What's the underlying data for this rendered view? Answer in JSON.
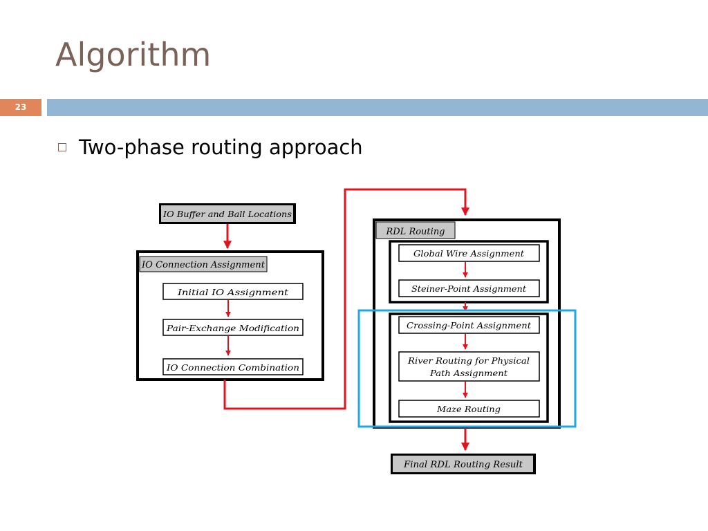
{
  "slide": {
    "title": "Algorithm",
    "number": "23",
    "bullet": "Two-phase routing approach"
  },
  "diagram": {
    "io_buffer": "IO Buffer and Ball Locations",
    "io_group": {
      "title": "IO Connection Assignment",
      "steps": [
        "Initial IO Assignment",
        "Pair-Exchange Modification",
        "IO Connection Combination"
      ]
    },
    "rdl_group": {
      "title": "RDL Routing",
      "upper_steps": [
        "Global Wire Assignment",
        "Steiner-Point Assignment"
      ],
      "lower_steps": [
        "Crossing-Point Assignment",
        "River Routing for Physical",
        "Path Assignment",
        "Maze Routing"
      ]
    },
    "final_result": "Final RDL Routing Result"
  },
  "colors": {
    "arrow": "#e0141e",
    "highlight": "#1ea7e1",
    "label_fill": "#c8c8c8",
    "title_bar": "#93b6d4",
    "number_box": "#e0865a",
    "title_text": "#7a6258"
  }
}
